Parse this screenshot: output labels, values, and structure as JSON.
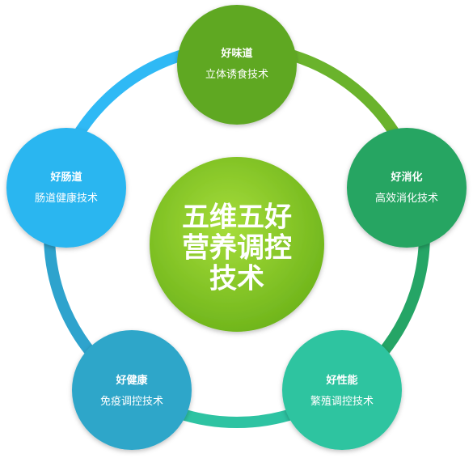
{
  "center": {
    "lines": [
      "五维五好",
      "营养调控",
      "技术"
    ],
    "color": "#7cc21f"
  },
  "nodes": [
    {
      "id": "top",
      "title": "好味道",
      "subtitle": "立体诱食技术",
      "color": "#5fa824"
    },
    {
      "id": "right",
      "title": "好消化",
      "subtitle": "高效消化技术",
      "color": "#26a562"
    },
    {
      "id": "bottom-right",
      "title": "好性能",
      "subtitle": "繁殖调控技术",
      "color": "#2ec4a0"
    },
    {
      "id": "bottom-left",
      "title": "好健康",
      "subtitle": "免疫调控技术",
      "color": "#2ea6c9"
    },
    {
      "id": "left",
      "title": "好肠道",
      "subtitle": "肠道健康技术",
      "color": "#2bb6f0"
    }
  ],
  "ring_colors": [
    "#6ab32c",
    "#25a566",
    "#2ec3a2",
    "#2ea3cd",
    "#2fb9f5"
  ]
}
